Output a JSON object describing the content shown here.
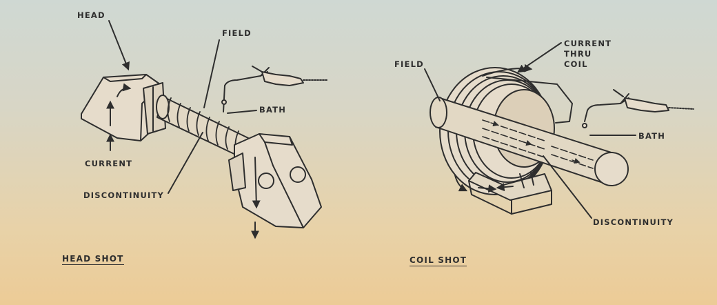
{
  "head_shot": {
    "title": "HEAD SHOT",
    "labels": {
      "head": "HEAD",
      "field": "FIELD",
      "bath": "BATH",
      "current": "CURRENT",
      "discontinuity": "DISCONTINUITY"
    }
  },
  "coil_shot": {
    "title": "COIL SHOT",
    "labels": {
      "field": "FIELD",
      "current_thru_coil": "CURRENT\nTHRU\nCOIL",
      "bath": "BATH",
      "discontinuity": "DISCONTINUITY"
    }
  }
}
